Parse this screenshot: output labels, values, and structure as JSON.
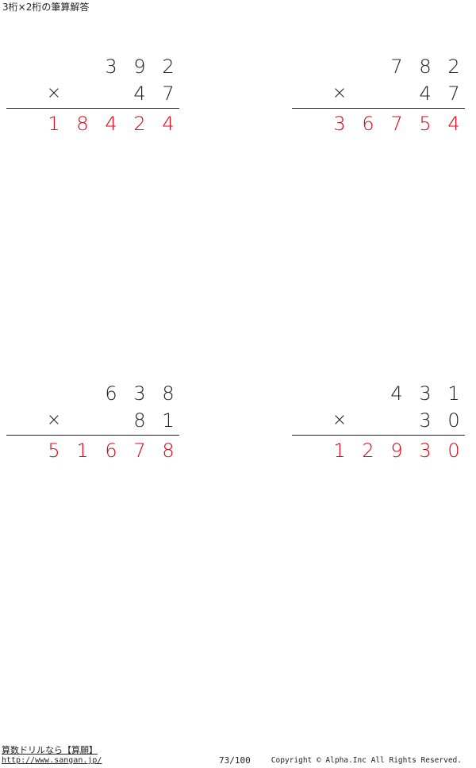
{
  "header": {
    "title": "3桁×2桁の筆算解答"
  },
  "problems": [
    {
      "multiplicand": [
        "3",
        "9",
        "2"
      ],
      "multiplier": [
        "4",
        "7"
      ],
      "sign": "×",
      "answer": [
        "1",
        "8",
        "4",
        "2",
        "4"
      ]
    },
    {
      "multiplicand": [
        "7",
        "8",
        "2"
      ],
      "multiplier": [
        "4",
        "7"
      ],
      "sign": "×",
      "answer": [
        "3",
        "6",
        "7",
        "5",
        "4"
      ]
    },
    {
      "multiplicand": [
        "6",
        "3",
        "8"
      ],
      "multiplier": [
        "8",
        "1"
      ],
      "sign": "×",
      "answer": [
        "5",
        "1",
        "6",
        "7",
        "8"
      ]
    },
    {
      "multiplicand": [
        "4",
        "3",
        "1"
      ],
      "multiplier": [
        "3",
        "0"
      ],
      "sign": "×",
      "answer": [
        "1",
        "2",
        "9",
        "3",
        "0"
      ]
    }
  ],
  "footer": {
    "brand": "算数ドリルなら【算願】",
    "url": "http://www.sangan.jp/",
    "page": "73/100",
    "copyright": "Copyright © Alpha.Inc All Rights Reserved."
  },
  "colors": {
    "answer": "#e60012",
    "text": "#222222"
  }
}
